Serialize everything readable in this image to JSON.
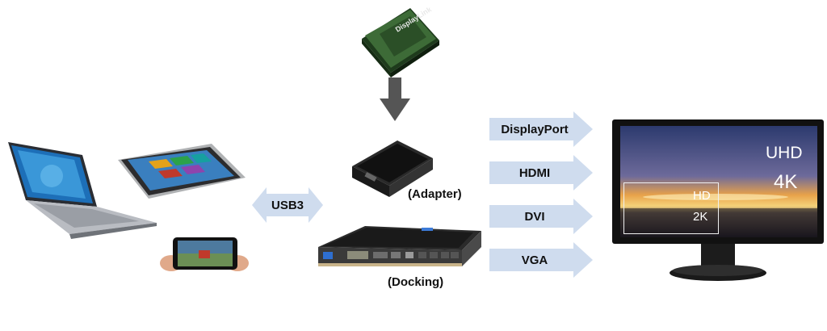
{
  "chip": {
    "brand": "DisplayLink"
  },
  "usb": {
    "label": "USB3"
  },
  "devices": {
    "adapter_label": "(Adapter)",
    "docking_label": "(Docking)"
  },
  "outputs": [
    {
      "label": "DisplayPort"
    },
    {
      "label": "HDMI"
    },
    {
      "label": "DVI"
    },
    {
      "label": "VGA"
    }
  ],
  "monitor": {
    "uhd": "UHD",
    "k4": "4K",
    "hd": "HD",
    "k2": "2K"
  },
  "colors": {
    "arrow_fill": "#cfdcee",
    "down_arrow": "#555555",
    "chip_green": "#2e5a2a"
  }
}
